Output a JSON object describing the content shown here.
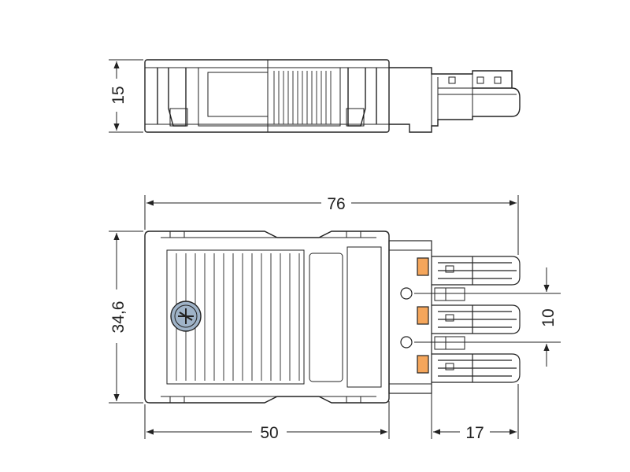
{
  "dimensions": {
    "height_side": "15",
    "overall_length": "76",
    "width": "34,6",
    "pitch": "10",
    "body_length": "50",
    "pin_length": "17"
  },
  "colors": {
    "line": "#222222",
    "pin_orange": "#f5a65b",
    "screw_fill": "#9fb3c8"
  }
}
